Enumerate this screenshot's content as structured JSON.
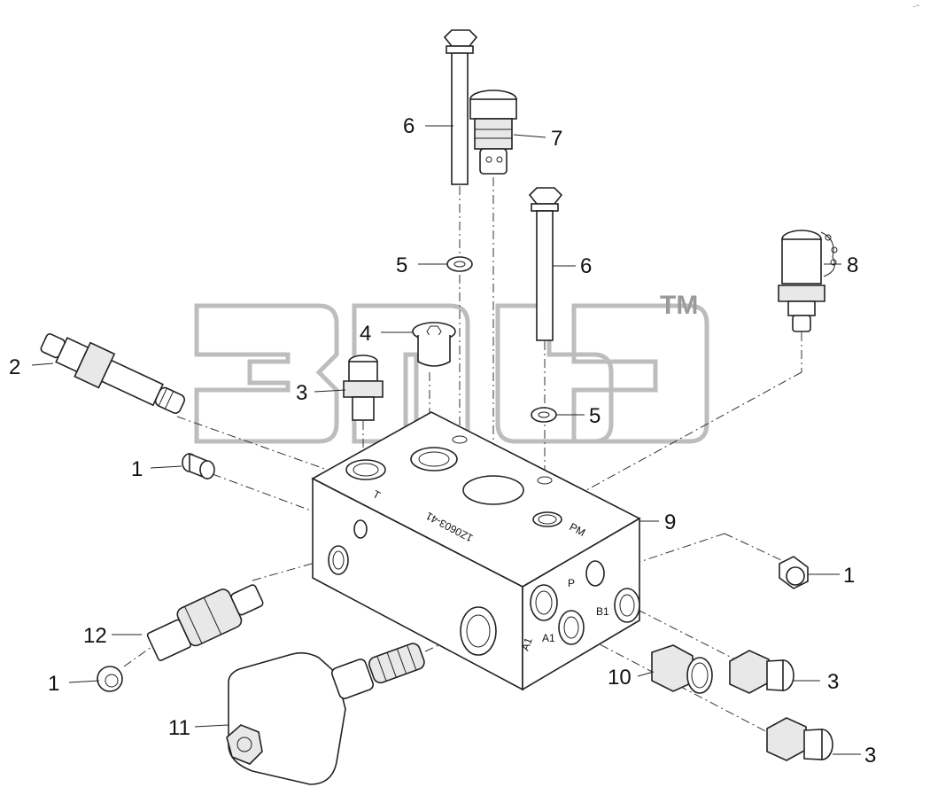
{
  "diagram": {
    "callouts": {
      "c1a": "1",
      "c1b": "1",
      "c1c": "1",
      "c2": "2",
      "c3a": "3",
      "c3b": "3",
      "c3c": "3",
      "c4": "4",
      "c5a": "5",
      "c5b": "5",
      "c6a": "6",
      "c6b": "6",
      "c7": "7",
      "c8": "8",
      "c9": "9",
      "c10": "10",
      "c11": "11",
      "c12": "12"
    },
    "port_labels": {
      "t": "T",
      "pm": "PM",
      "p": "P",
      "a1": "A1",
      "b1": "B1",
      "a1_side": "A1",
      "stamp": "1Z0603-41"
    },
    "watermark": {
      "trademark": "TM"
    },
    "corner_mark": "⁻˜"
  }
}
